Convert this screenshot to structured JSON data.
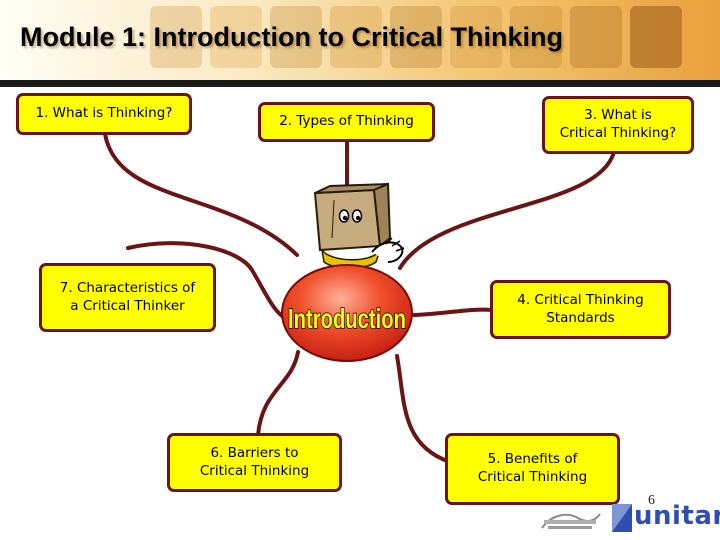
{
  "slide": {
    "title": "Module 1: Introduction to Critical Thinking",
    "page_number": "6"
  },
  "center": {
    "label": "Introduction"
  },
  "nodes": {
    "n1": {
      "label": "1. What is Thinking?"
    },
    "n2": {
      "label": "2. Types of Thinking"
    },
    "n3": {
      "line1": "3. What is",
      "line2": "Critical Thinking?"
    },
    "n4": {
      "line1": "4. Critical Thinking",
      "line2": "Standards"
    },
    "n5": {
      "line1": "5. Benefits of",
      "line2": "Critical Thinking"
    },
    "n6": {
      "line1": "6. Barriers to",
      "line2": "Critical Thinking"
    },
    "n7": {
      "line1": "7. Characteristics of",
      "line2": "a Critical Thinker"
    }
  },
  "logos": {
    "right": "unitar"
  },
  "colors": {
    "node_fill": "#ffff00",
    "node_border": "#6b1416",
    "connector": "#6b1416",
    "center_fill": "#e8401a",
    "center_text": "#ffff00"
  }
}
